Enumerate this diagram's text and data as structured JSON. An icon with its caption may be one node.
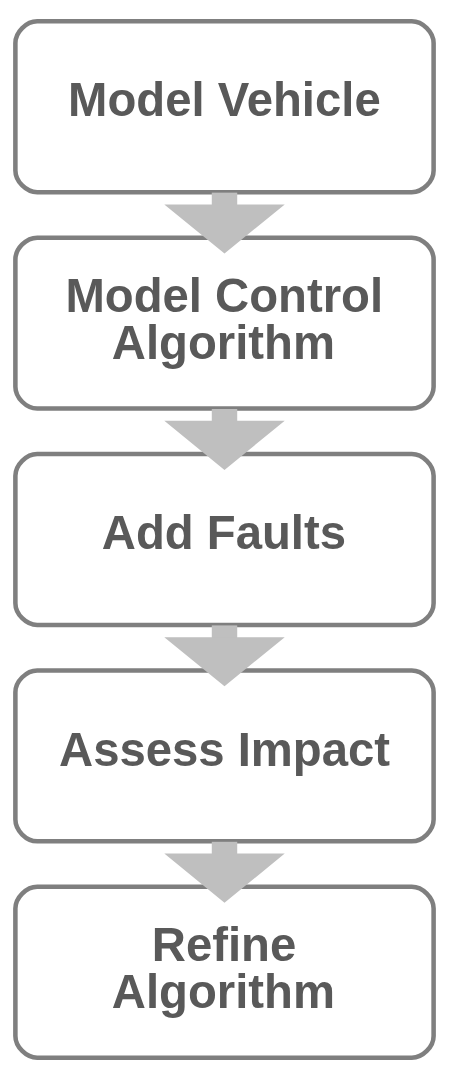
{
  "diagram": {
    "nodes": [
      {
        "text": [
          "Model Vehicle"
        ]
      },
      {
        "text": [
          "Model Control Algorithm"
        ]
      },
      {
        "text": [
          "Add Faults"
        ]
      },
      {
        "text": [
          "Assess Impact"
        ]
      },
      {
        "text": [
          "Refine Algorithm"
        ]
      }
    ],
    "edges": [
      {
        "from": 0,
        "to": 1,
        "arrow": "to"
      },
      {
        "from": 1,
        "to": 2,
        "arrow": "to"
      },
      {
        "from": 2,
        "to": 3,
        "arrow": "to"
      },
      {
        "from": 3,
        "to": 4,
        "arrow": "to"
      }
    ]
  }
}
